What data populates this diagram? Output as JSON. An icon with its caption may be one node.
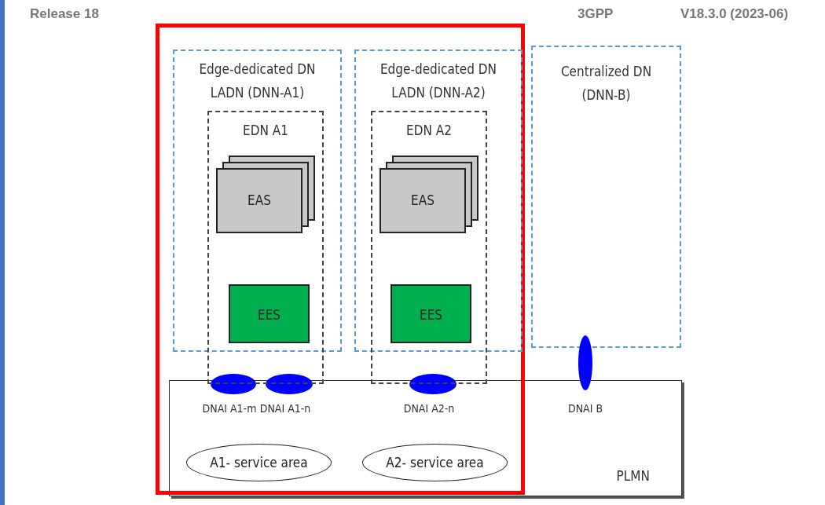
{
  "diagram": {
    "nodes": [
      {
        "text": [],
        "shape": "box"
      },
      {
        "text": [
          "Edge-dedicated DN LADN (DNN-A1)"
        ],
        "in": 0
      },
      {
        "text": [
          "EDN A1"
        ],
        "in": 0
      },
      {
        "text": [
          "EAS"
        ],
        "in": 2
      },
      {
        "text": [
          "EES"
        ],
        "in": 2
      },
      {
        "text": [
          "Edge-dedicated DN LADN (DNN-A2)"
        ],
        "in": 0
      },
      {
        "text": [
          "EDN A2"
        ],
        "in": 0
      },
      {
        "text": [
          "EAS"
        ],
        "in": 6
      },
      {
        "text": [
          "EES"
        ],
        "in": 6
      },
      {
        "text": [
          "Centralized DN (DNN-B)"
        ]
      },
      {
        "text": [
          "PLMN"
        ]
      },
      {
        "text": [],
        "shape": "circle",
        "in": 0
      },
      {
        "text": [],
        "shape": "circle",
        "in": 0
      },
      {
        "text": [],
        "shape": "circle",
        "in": 0
      },
      {
        "text": [],
        "shape": "circle"
      },
      {
        "text": [
          "A1- service area"
        ]
      },
      {
        "text": [
          "A2- service area"
        ]
      }
    ],
    "edges": [],
    "labels": [
      "Release 18",
      "3GPP",
      "V18.3.0 (2023-06)",
      "DNAI A1-m",
      "DNAI A1-n",
      "DNAI A2-n",
      "DNAI B"
    ]
  }
}
